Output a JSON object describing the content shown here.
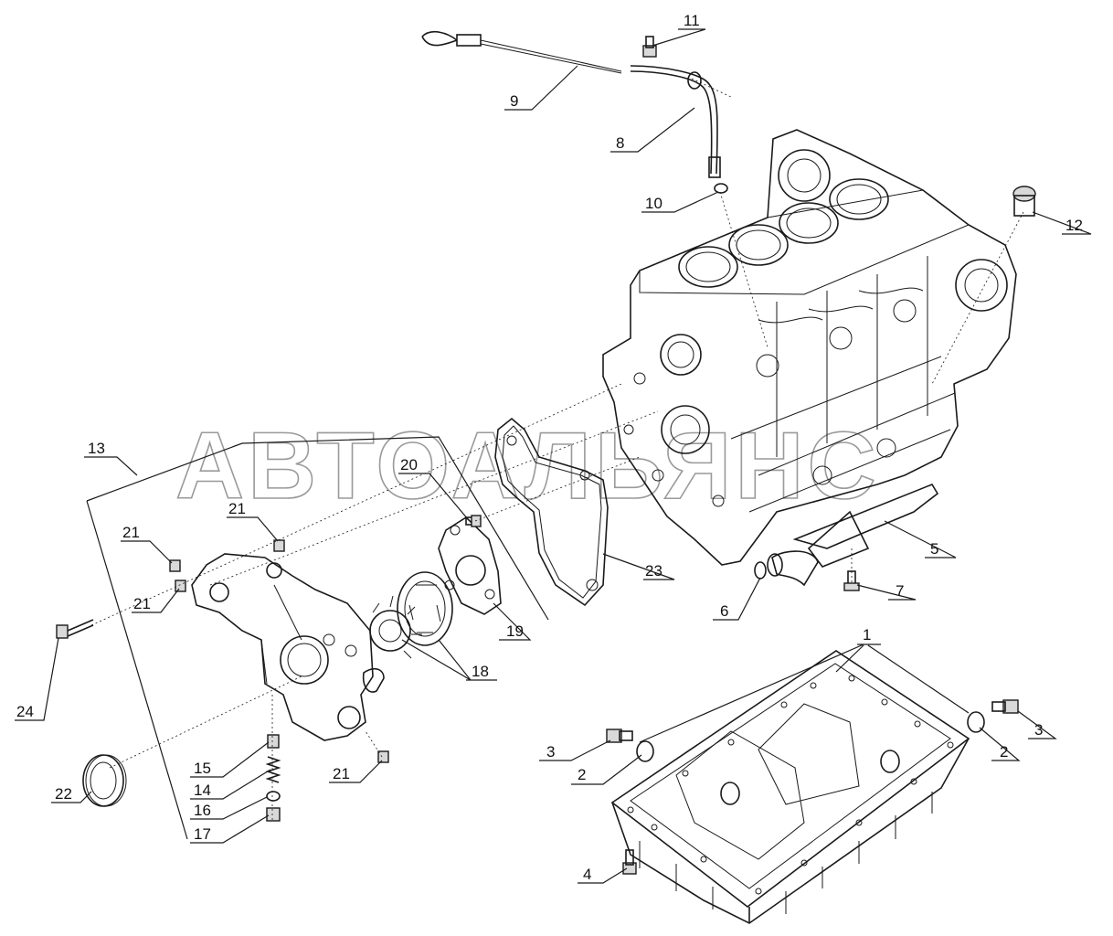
{
  "watermark": "АВТОАЛЬЯНС",
  "callouts": [
    "1",
    "2",
    "2",
    "3",
    "3",
    "4",
    "5",
    "6",
    "7",
    "8",
    "9",
    "10",
    "11",
    "12",
    "13",
    "14",
    "15",
    "16",
    "17",
    "18",
    "19",
    "20",
    "21",
    "21",
    "21",
    "21",
    "22",
    "23",
    "24"
  ]
}
